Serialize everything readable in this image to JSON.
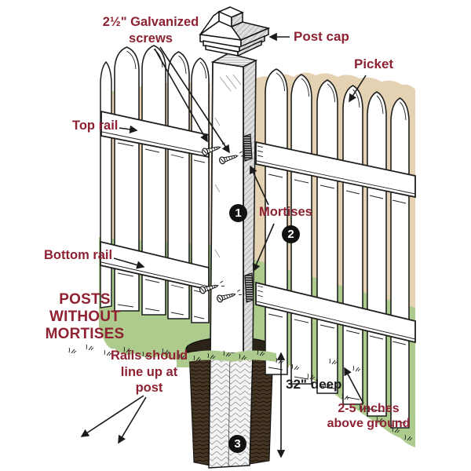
{
  "diagram": {
    "type": "fence-post-installation-illustration",
    "labels": {
      "screws": "2½\" Galvanized\nscrews",
      "post_cap": "Post cap",
      "picket": "Picket",
      "top_rail": "Top rail",
      "bottom_rail": "Bottom rail",
      "posts_without_mortises": "POSTS\nWITHOUT\nMORTISES",
      "mortises": "Mortises",
      "rails_line_up": "Rails should\nline up at\npost",
      "depth": "32\" deep",
      "above_ground": "2-5 inches\nabove ground"
    },
    "callouts": [
      {
        "number": "1"
      },
      {
        "number": "2"
      },
      {
        "number": "3"
      }
    ],
    "colors": {
      "label_text": "#8e2132",
      "measurement_text": "#1c1c1c",
      "dirt_tan": "#e5d2b2",
      "grass_green": "#aecb8e",
      "soil_dark": "#453524",
      "wood_white": "#ffffff",
      "outline": "#1f1f1f"
    }
  }
}
